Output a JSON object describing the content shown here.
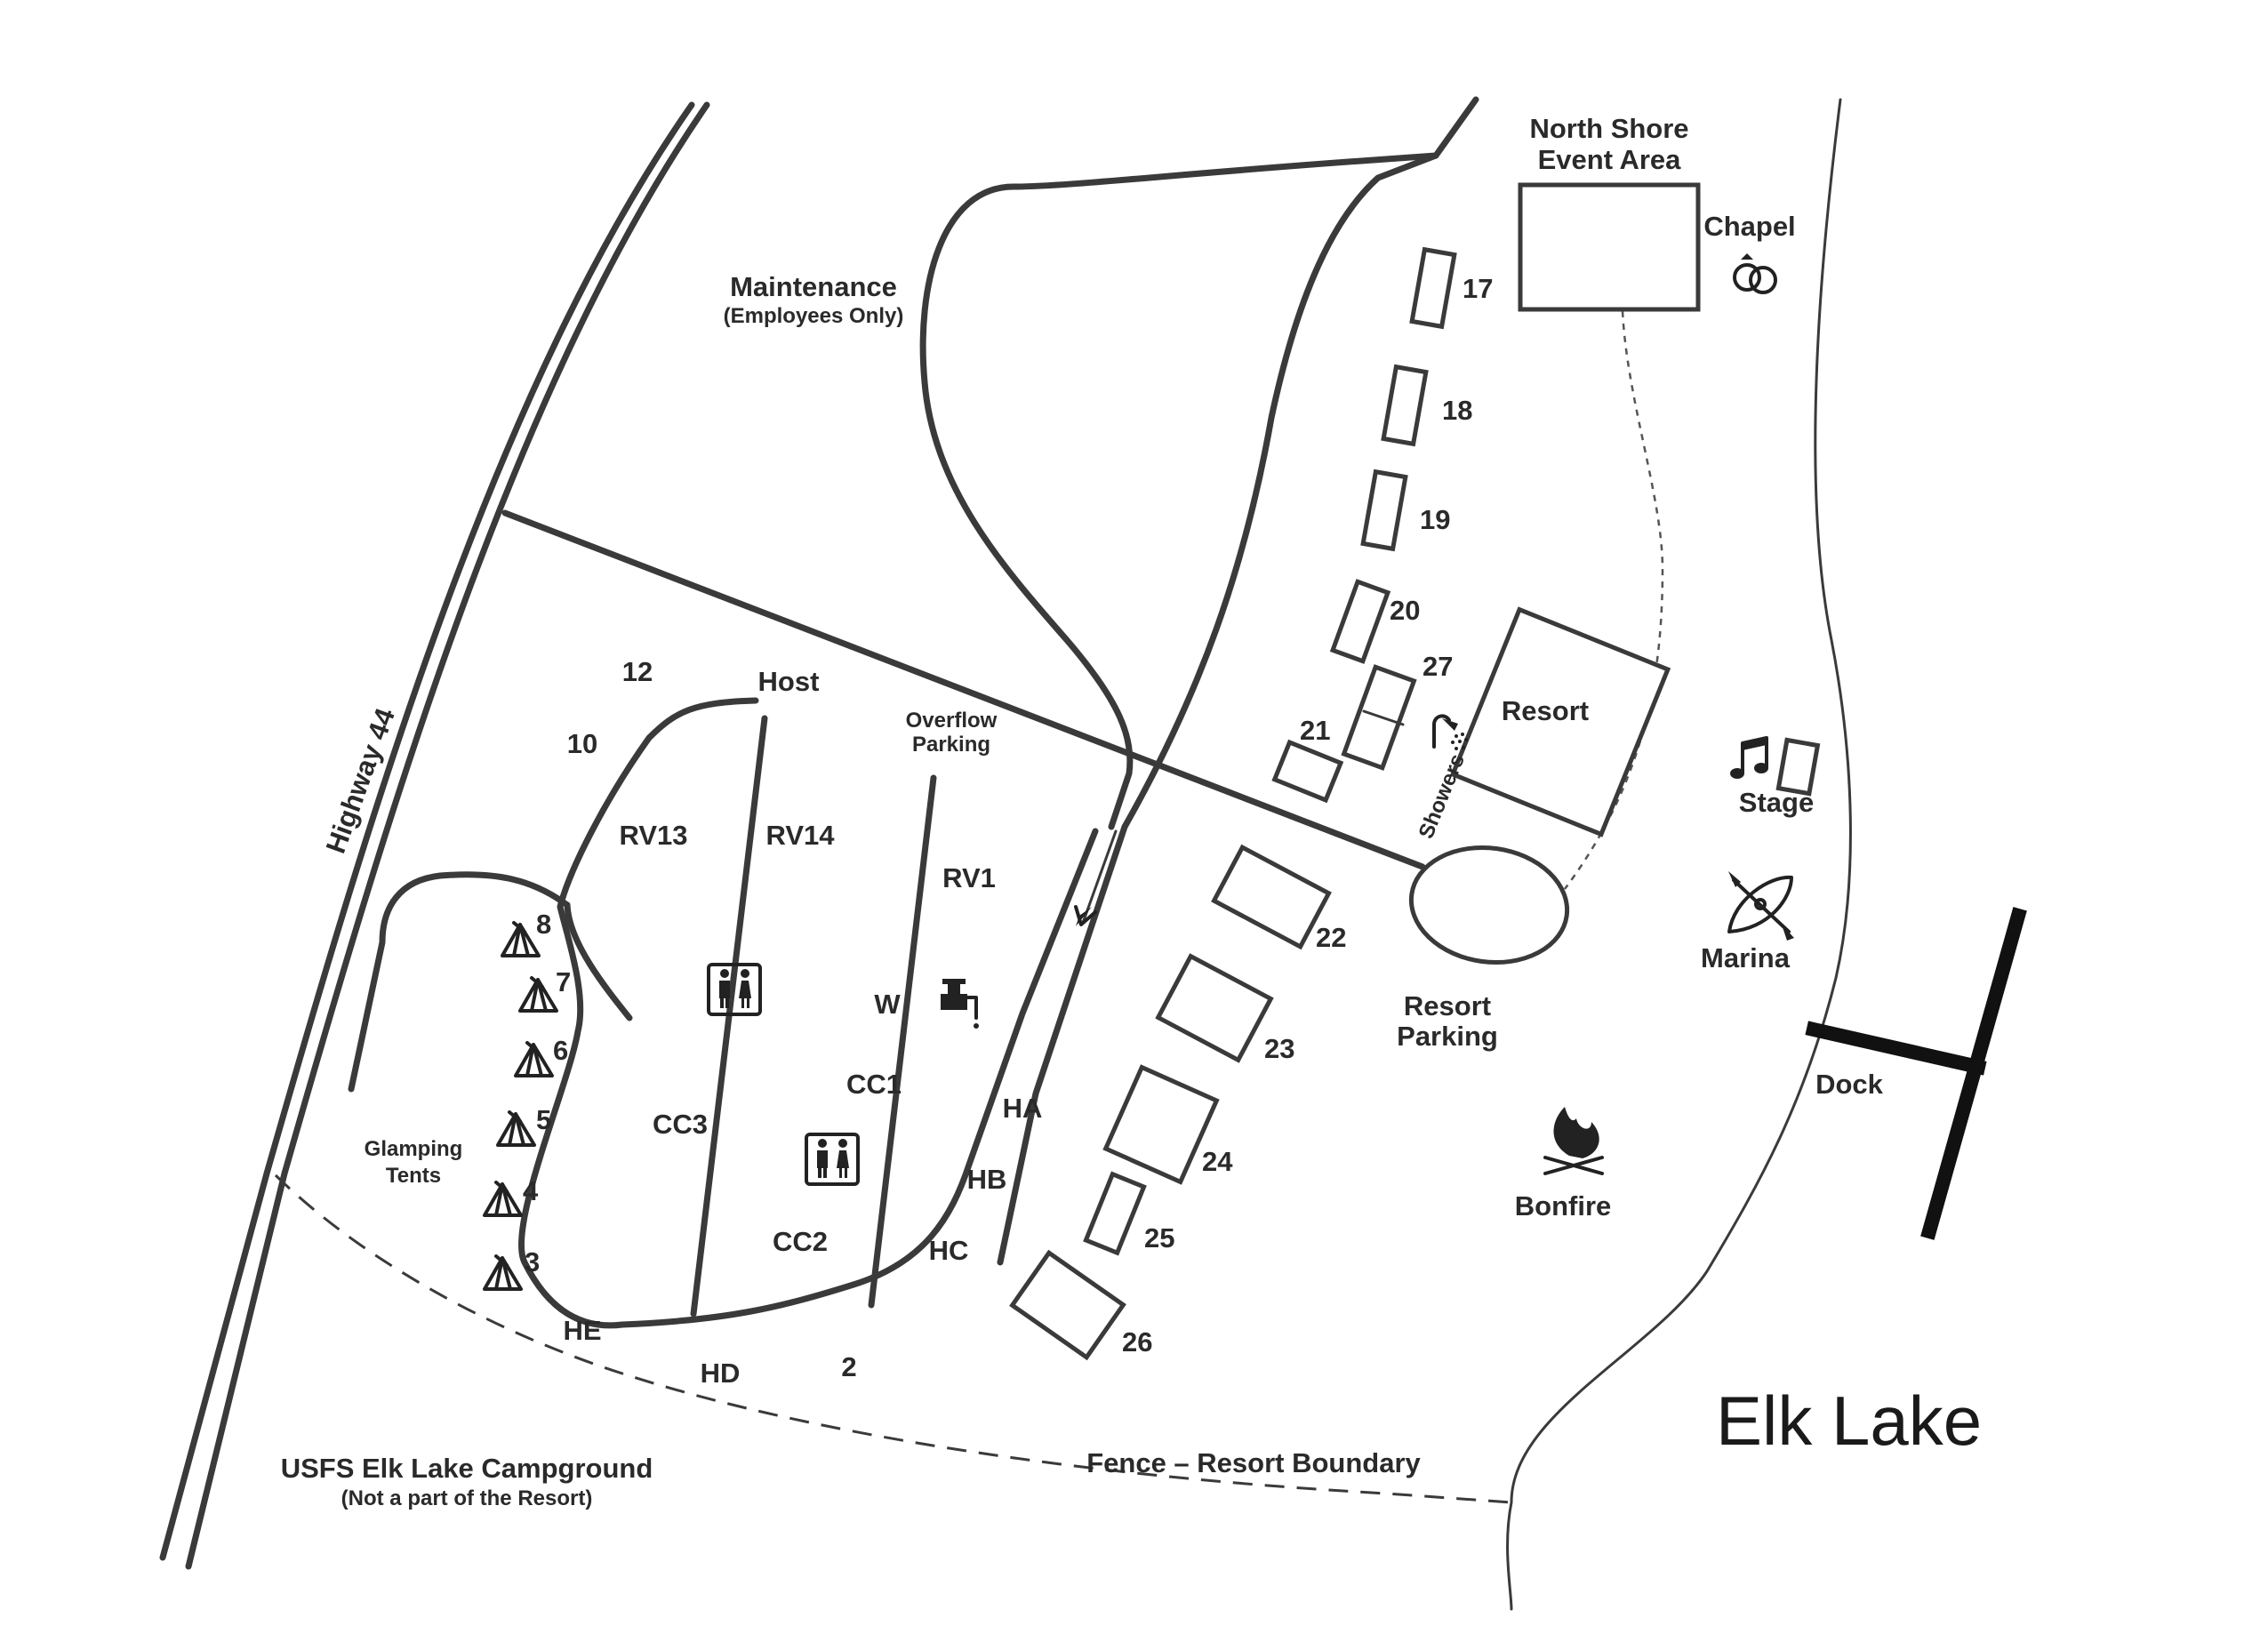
{
  "map_title": "Elk Lake",
  "areas": {
    "north_shore": {
      "line1": "North Shore",
      "line2": "Event Area"
    },
    "chapel": "Chapel",
    "maintenance": "Maintenance",
    "maintenance_note": "(Employees Only)",
    "resort": "Resort",
    "showers": "Showers",
    "stage": "Stage",
    "marina": "Marina",
    "resort_parking": {
      "line1": "Resort",
      "line2": "Parking"
    },
    "dock": "Dock",
    "bonfire": "Bonfire",
    "overflow_parking": {
      "line1": "Overflow",
      "line2": "Parking"
    },
    "highway": "Highway 44",
    "glamping": {
      "line1": "Glamping",
      "line2": "Tents"
    },
    "usfs": "USFS Elk Lake Campground",
    "usfs_note": "(Not a part of the Resort)",
    "fence": "Fence – Resort Boundary"
  },
  "site_labels": {
    "host": "Host",
    "s12": "12",
    "s10": "10",
    "rv13": "RV13",
    "rv14": "RV14",
    "rv1": "RV1",
    "w": "W",
    "cc1": "CC1",
    "cc2": "CC2",
    "cc3": "CC3",
    "ha": "HA",
    "hb": "HB",
    "hc": "HC",
    "hd": "HD",
    "he": "HE",
    "s2": "2"
  },
  "cabins": [
    "17",
    "18",
    "19",
    "20",
    "21",
    "27",
    "22",
    "23",
    "24",
    "25",
    "26"
  ],
  "tents": [
    "8",
    "7",
    "6",
    "5",
    "4",
    "3"
  ],
  "icons": [
    "restroom-icon",
    "water-spigot-icon",
    "tent-icon",
    "shower-icon",
    "rings-icon",
    "music-note-icon",
    "kayak-icon",
    "campfire-icon",
    "one-way-arrow"
  ]
}
